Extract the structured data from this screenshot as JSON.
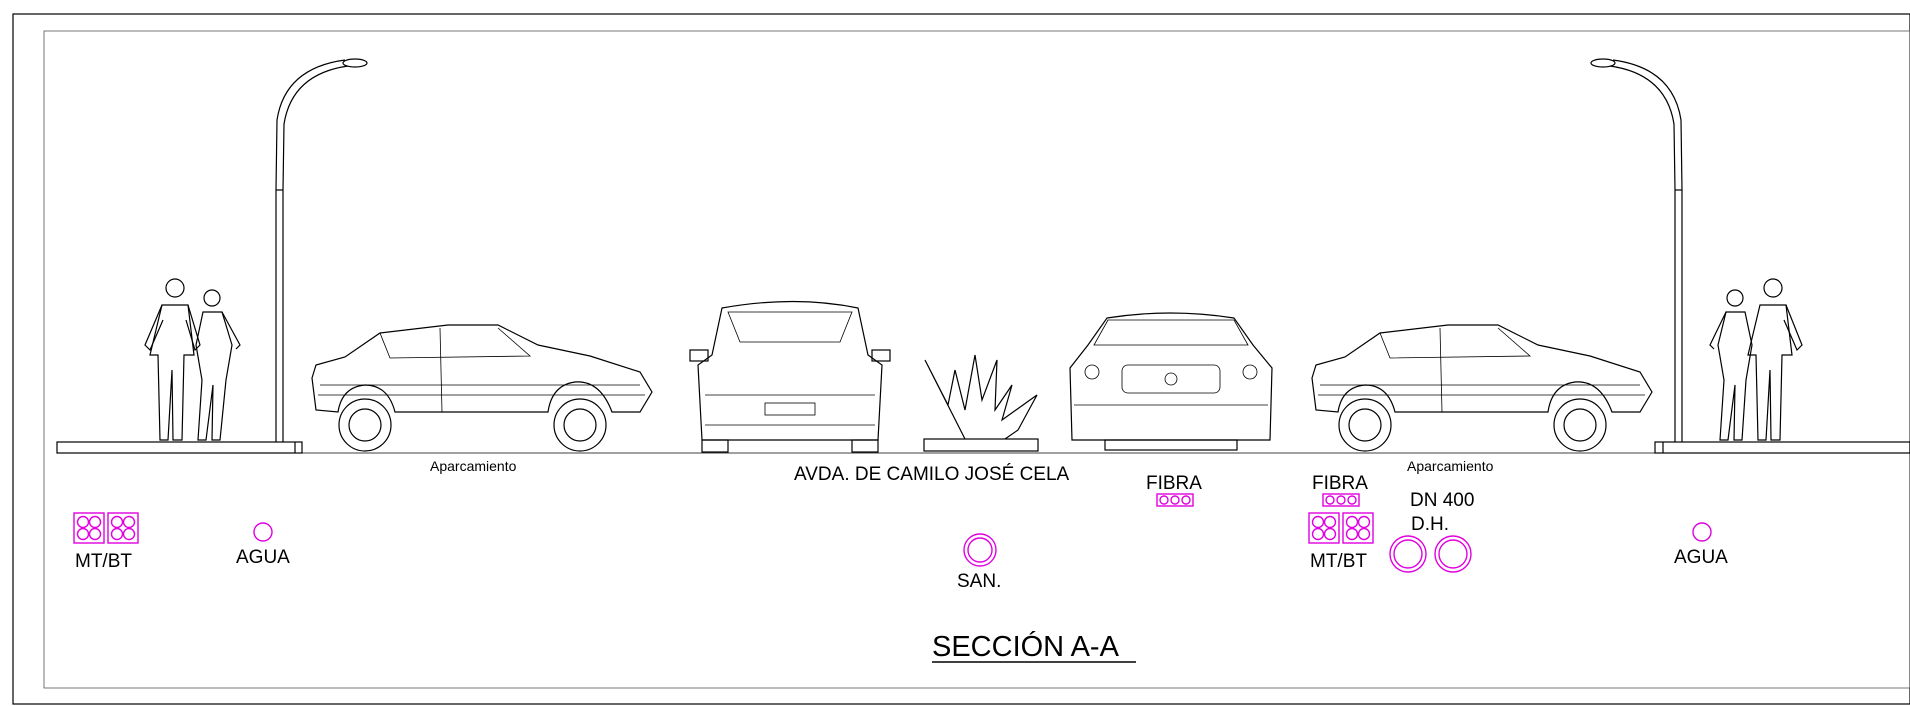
{
  "section": {
    "title": "SECCIÓN A-A",
    "street_name": "AVDA. DE CAMILO JOSÉ CELA",
    "parking_left": "Aparcamiento",
    "parking_right": "Aparcamiento"
  },
  "utilities": {
    "mtbt_left": "MT/BT",
    "mtbt_right": "MT/BT",
    "agua_left": "AGUA",
    "agua_right": "AGUA",
    "san": "SAN.",
    "fibra_1": "FIBRA",
    "fibra_2": "FIBRA",
    "dn": "DN 400",
    "dh": "D.H."
  },
  "colors": {
    "line": "#000000",
    "utility": "#e000e0"
  }
}
